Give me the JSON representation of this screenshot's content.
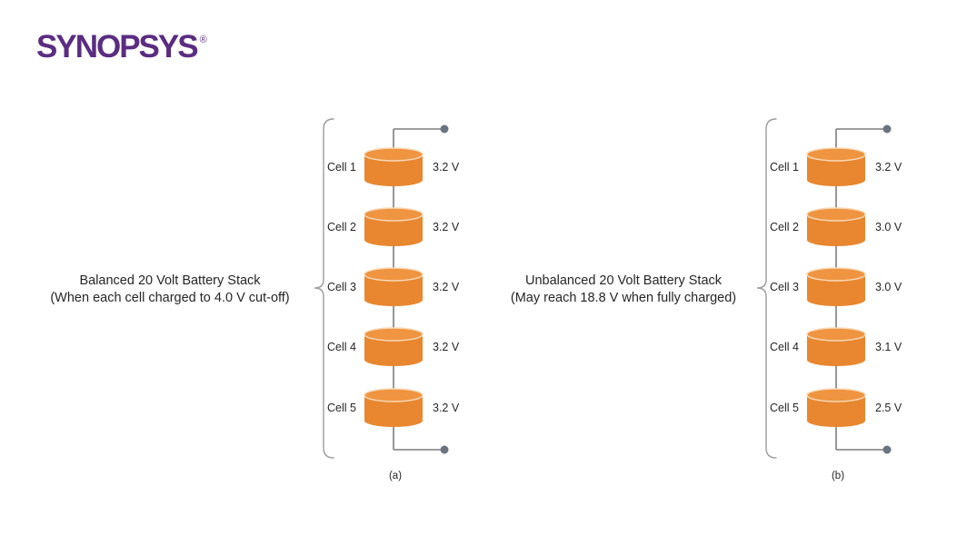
{
  "brand": {
    "logo_text": "SYNOPSYS",
    "registered_mark": "®"
  },
  "colors": {
    "logo_purple": "#5A2D81",
    "text_dark": "#262626",
    "cell_body": "#E8872F",
    "cell_top": "#EF9440",
    "cell_top_rim": "#F8D9B8",
    "wire": "#7D7D7D",
    "dot": "#6A7480",
    "brace": "#9C9C9C"
  },
  "stacks": [
    {
      "id": "a",
      "title_line1": "Balanced 20 Volt Battery Stack",
      "title_line2": "(When each cell charged to 4.0 V cut-off)",
      "caption": "(a)",
      "cells": [
        {
          "label": "Cell 1",
          "voltage": "3.2 V"
        },
        {
          "label": "Cell 2",
          "voltage": "3.2 V"
        },
        {
          "label": "Cell 3",
          "voltage": "3.2 V"
        },
        {
          "label": "Cell 4",
          "voltage": "3.2 V"
        },
        {
          "label": "Cell 5",
          "voltage": "3.2 V"
        }
      ]
    },
    {
      "id": "b",
      "title_line1": "Unbalanced 20 Volt Battery Stack",
      "title_line2": "(May reach 18.8 V when fully charged)",
      "caption": "(b)",
      "cells": [
        {
          "label": "Cell 1",
          "voltage": "3.2 V"
        },
        {
          "label": "Cell 2",
          "voltage": "3.0 V"
        },
        {
          "label": "Cell 3",
          "voltage": "3.0 V"
        },
        {
          "label": "Cell 4",
          "voltage": "3.1 V"
        },
        {
          "label": "Cell 5",
          "voltage": "2.5 V"
        }
      ]
    }
  ]
}
